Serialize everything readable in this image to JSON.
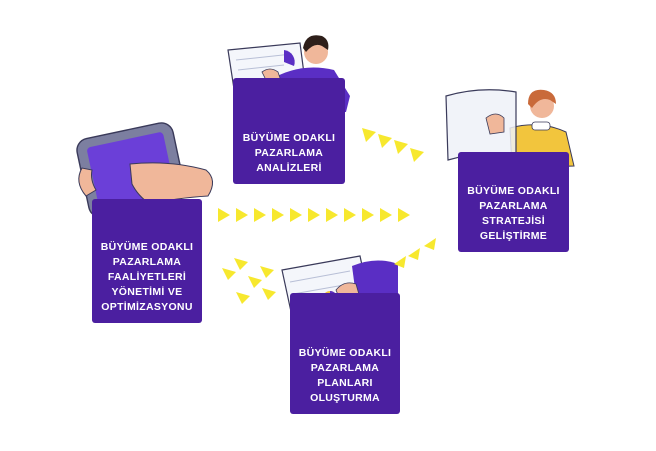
{
  "colors": {
    "card": "#4b1fa0",
    "arrow": "#f7e82e",
    "text": "#ffffff",
    "skin": "#f0b79a",
    "shirt_purple": "#5a2ec4",
    "shirt_yellow": "#f2c53d",
    "hair": "#c96a3a"
  },
  "cards": {
    "analysis": {
      "lines": [
        "BÜYÜME ODAKLI",
        "PAZARLAMA",
        "ANALİZLERİ"
      ]
    },
    "strategy": {
      "lines": [
        "BÜYÜME ODAKLI",
        "PAZARLAMA",
        "STRATEJİSİ",
        "GELİŞTİRME"
      ]
    },
    "management": {
      "lines": [
        "BÜYÜME ODAKLI",
        "PAZARLAMA",
        "FAALİYETLERİ",
        "YÖNETİMİ VE",
        "OPTİMİZASYONU"
      ]
    },
    "planning": {
      "lines": [
        "BÜYÜME ODAKLI",
        "PAZARLAMA",
        "PLANLARI",
        "OLUŞTURMA"
      ]
    }
  },
  "illustrations": {
    "analysis": "person-reviewing-chart-document",
    "strategy": "person-holding-transparent-sheet",
    "management": "hand-on-tablet",
    "planning": "hand-on-report-with-pie-chart"
  },
  "icons": [
    "chevron-arrow-icon"
  ]
}
